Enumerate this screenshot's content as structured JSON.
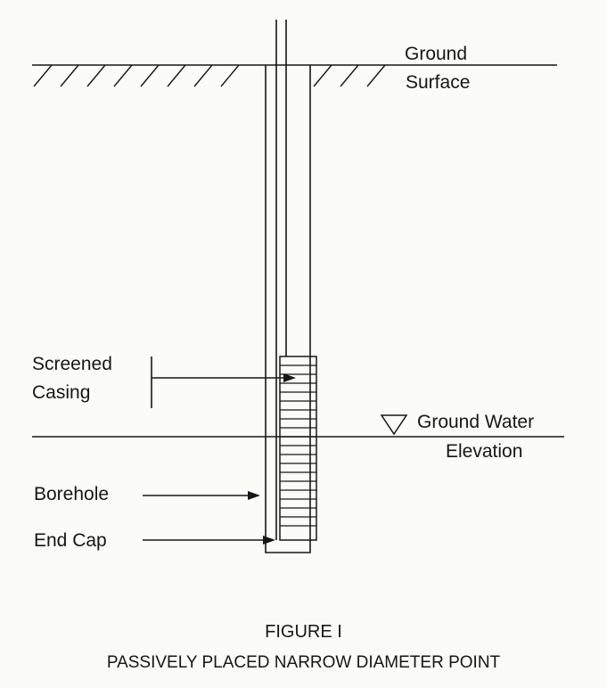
{
  "labels": {
    "ground_surface_line1": "Ground",
    "ground_surface_line2": "Surface",
    "screened_casing_line1": "Screened",
    "screened_casing_line2": "Casing",
    "ground_water_line1": "Ground Water",
    "ground_water_line2": "Elevation",
    "borehole": "Borehole",
    "end_cap": "End Cap"
  },
  "caption": {
    "figure_number": "FIGURE I",
    "title": "PASSIVELY PLACED NARROW DIAMETER POINT"
  },
  "colors": {
    "ink": "#161616",
    "paper": "#fbfbf8"
  }
}
